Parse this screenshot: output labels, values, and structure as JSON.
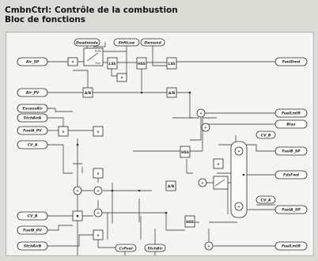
{
  "title": {
    "line1": "CmbnCtrl: Contrôle de la combustion",
    "line2": "Bloc de fonctions"
  },
  "diagram": {
    "inputs": {
      "air_sp": "Air_SP",
      "air_pv": "Air_PV",
      "excess_air": "ExcessAir",
      "stoich_a": "StchAirA",
      "fuel_a_pv": "FuelA_PV",
      "cv_a": "CV_A",
      "cv_b": "CV_B",
      "fuel_b_pv": "FuelB_PV",
      "stoich_b": "StchAirB"
    },
    "top_inputs": {
      "deadmode": "Deadmode",
      "shift_low": "ShftLow",
      "demand": "Demand"
    },
    "bottom_inputs": {
      "cv_fuel": "CvFuel",
      "stoich_air": "StchAir"
    },
    "outputs": {
      "fuel_dmd": "FuelDmd",
      "fuel_lmt_r": "FuelLmtR",
      "bias": "Bias",
      "cv_b": "CV_B",
      "fuel_b_sp": "FuelB_SP",
      "fuel_fwd": "FdsFwd",
      "cv_a": "CV_A",
      "fuel_a_sp": "FuelA_SP",
      "fuel_lmt_l": "FuelLmtR"
    },
    "blocks": {
      "hi_sel": "HSS",
      "lo_sel": "LSS",
      "ratio": "A/B",
      "mult": "×",
      "sum": "+",
      "switch_false": "False",
      "switch_true": "True"
    }
  }
}
